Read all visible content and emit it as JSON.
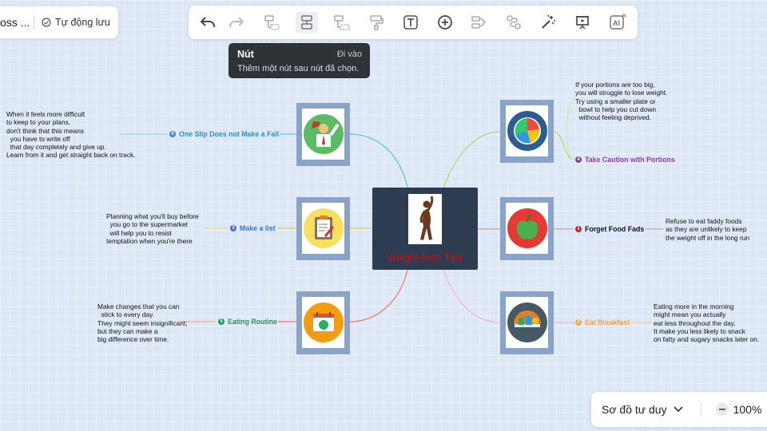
{
  "header": {
    "doc_title": "oss ...",
    "autosave_label": "Tự động lưu"
  },
  "toolbar": {
    "buttons": [
      "undo-icon",
      "redo-icon",
      "add-parent-node-icon",
      "add-sibling-node-icon",
      "add-child-node-icon",
      "format-painter-icon",
      "text-icon",
      "insert-icon",
      "relationship-icon",
      "connector-icon",
      "magic-icon",
      "presentation-icon",
      "ai-icon"
    ],
    "active": "add-sibling-node-icon"
  },
  "tooltip": {
    "title": "Nút",
    "shortcut": "Đi vào",
    "description": "Thêm một nút sau nút đã chọn."
  },
  "mindmap": {
    "central_label": "Weight-loss Tips",
    "topics": [
      {
        "num": "1",
        "label": "Forget Food Fads",
        "color": "#c1262c",
        "note": "Refuse to eat faddy foods\nas they are unlikely to keep\nthe weight off in the long run"
      },
      {
        "num": "2",
        "label": "Eat Breakfast",
        "color": "#f2a541",
        "note": "Eating more in the morning\nmight mean you actually\neat less throughout the day.\nIt make you less likely to snack\non fatty and sugary snacks later on."
      },
      {
        "num": "3",
        "label": "Make a list",
        "color": "#3a73c4",
        "note": "Planning what you'll buy before\n  you go to the supermarket\n  will help you to resist\ntemptation when you're there"
      },
      {
        "num": "4",
        "label": "Take Caution with Portions",
        "color": "#8c3f9e",
        "note": "If your portions are too big,\nyou will struggle to lose weight.\nTry using a smaller plate or\n  bowl to help you cut down\n  without feeling deprived."
      },
      {
        "num": "5",
        "label": "Eating Routine",
        "color": "#1f9b57",
        "note": "Make changes that you can\n  stick to every day.\nThey might seem insignificant,\nbut they can make a\nbig difference over time."
      },
      {
        "num": "6",
        "label": "One Slip Does not Make a Fall",
        "color": "#2b8fc5",
        "note": "When it feels more difficult\nto keep to your plans,\ndon't think that this means\n  you have to write off\n  that day completely and give up.\nLearn from it and get straight back on track."
      }
    ]
  },
  "view": {
    "mode_label": "Sơ đồ tư duy",
    "zoom": "100%"
  },
  "colors": {
    "canvas": "#dce8f8",
    "node_frame": "#8aa3c9",
    "central_bg": "#2e3c52",
    "central_text": "#c1141b"
  }
}
